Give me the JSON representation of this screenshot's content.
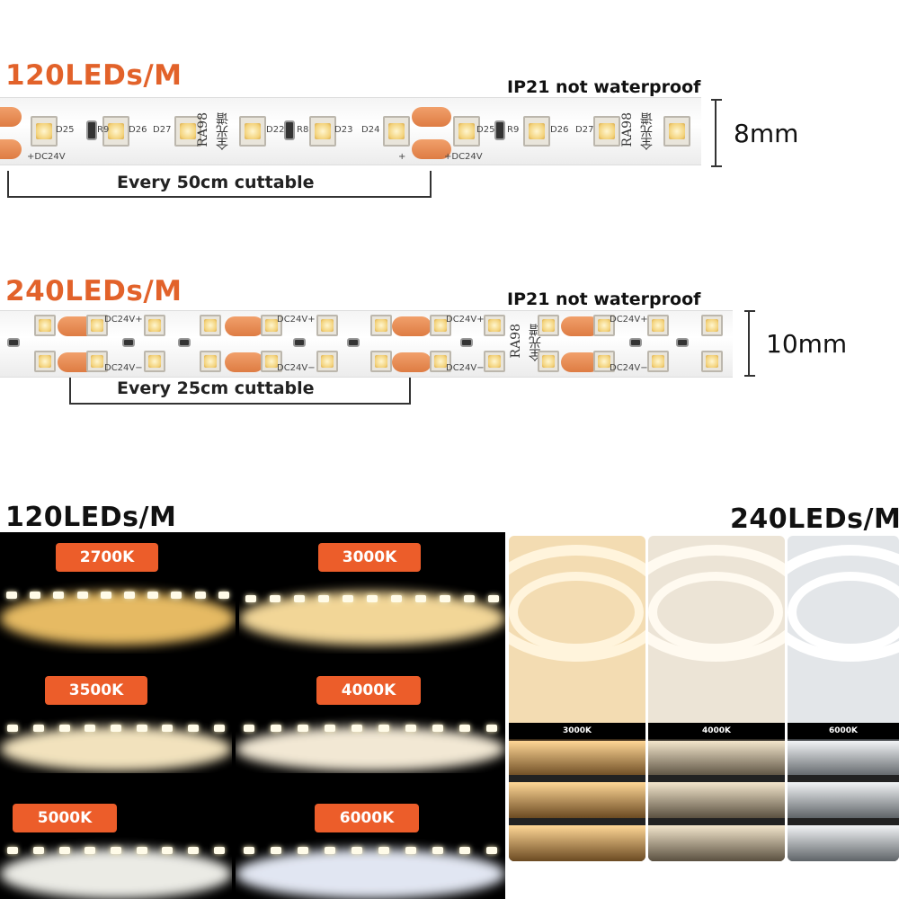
{
  "top_strip": {
    "density": "120LEDs/M",
    "ip_note": "IP21 not waterproof",
    "width": "8mm",
    "cut_note": "Every 50cm cuttable",
    "silk": [
      "D25",
      "R9",
      "D26",
      "D27",
      "D22",
      "R8",
      "D23",
      "D24",
      "+DC24V",
      "+"
    ],
    "ra_mark": "RA98",
    "cn_mark": "全光谱"
  },
  "mid_strip": {
    "density": "240LEDs/M",
    "ip_note": "IP21 not waterproof",
    "width": "10mm",
    "cut_note": "Every 25cm cuttable",
    "silk_pos": "DC24V+",
    "silk_neg": "DC24V−",
    "ra_mark": "RA98",
    "cn_mark": "全光谱"
  },
  "temps_120": {
    "heading": "120LEDs/M",
    "badges": [
      "2700K",
      "3000K",
      "3500K",
      "4000K",
      "5000K",
      "6000K"
    ],
    "tints": [
      "#ffd27a",
      "#ffe5a8",
      "#fff0c8",
      "#fff6e0",
      "#fbfbf6",
      "#f2f6ff"
    ]
  },
  "temps_240": {
    "heading": "240LEDs/M",
    "labels": [
      "3000K",
      "4000K",
      "6000K"
    ],
    "tints": [
      "#f4d7a8",
      "#efe6d6",
      "#e8ebee"
    ]
  },
  "colors": {
    "accent": "#e2622a",
    "badge": "#ec5d2a"
  }
}
